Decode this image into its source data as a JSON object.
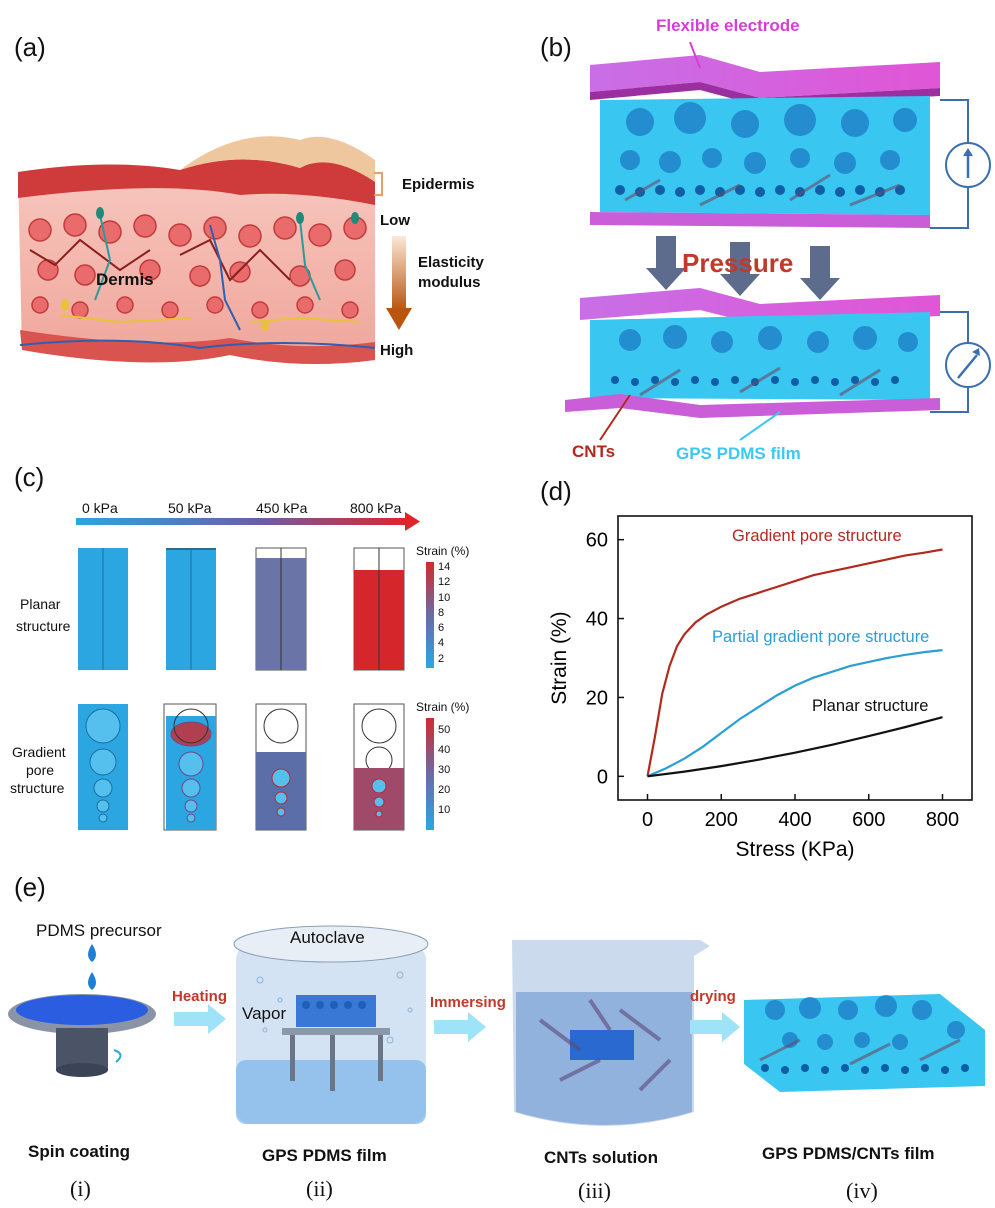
{
  "panels": {
    "a": {
      "label": "(a)",
      "epidermis": "Epidermis",
      "dermis": "Dermis",
      "low": "Low",
      "high": "High",
      "elasticity_line1": "Elasticity",
      "elasticity_line2": "modulus"
    },
    "b": {
      "label": "(b)",
      "flexible_electrode": "Flexible electrode",
      "pressure": "Pressure",
      "cnts": "CNTs",
      "gps_film": "GPS PDMS film"
    },
    "c": {
      "label": "(c)",
      "pressures": [
        "0 kPa",
        "50 kPa",
        "450 kPa",
        "800 kPa"
      ],
      "planar_line1": "Planar",
      "planar_line2": "structure",
      "gradient_line1": "Gradient",
      "gradient_line2": "pore",
      "gradient_line3": "structure",
      "scale1_title": "Strain (%)",
      "scale1_ticks": [
        "14",
        "12",
        "10",
        "8",
        "6",
        "4",
        "2"
      ],
      "scale2_title": "Strain (%)",
      "scale2_ticks": [
        "50",
        "40",
        "30",
        "20",
        "10"
      ]
    },
    "d": {
      "label": "(d)"
    },
    "e": {
      "label": "(e)",
      "pdms_precursor": "PDMS precursor",
      "heating": "Heating",
      "autoclave": "Autoclave",
      "vapor": "Vapor",
      "immersing": "Immersing",
      "drying": "drying",
      "steps": [
        {
          "title": "Spin coating",
          "roman": "(i)"
        },
        {
          "title": "GPS PDMS film",
          "roman": "(ii)"
        },
        {
          "title": "CNTs solution",
          "roman": "(iii)"
        },
        {
          "title": "GPS PDMS/CNTs film",
          "roman": "(iv)"
        }
      ]
    }
  },
  "colors": {
    "gradient": "#b22a1e",
    "partial": "#2a9fd6",
    "planar": "#111111",
    "magenta": "#d63fd6",
    "cyan": "#3cc8f0",
    "pressure_red": "#c0392b"
  },
  "chart_data": {
    "type": "line",
    "xlabel": "Stress (KPa)",
    "ylabel": "Strain (%)",
    "xlim": [
      -80,
      880
    ],
    "ylim": [
      -6,
      66
    ],
    "xticks": [
      0,
      200,
      400,
      600,
      800
    ],
    "yticks": [
      0,
      20,
      40,
      60
    ],
    "legend": "inline labels",
    "series": [
      {
        "name": "Gradient pore structure",
        "x": [
          0,
          20,
          40,
          60,
          80,
          100,
          130,
          160,
          200,
          250,
          300,
          350,
          400,
          450,
          500,
          550,
          600,
          650,
          700,
          750,
          800
        ],
        "y": [
          0,
          10,
          21,
          28,
          33,
          36,
          39,
          41,
          43,
          45,
          46.5,
          48,
          49.5,
          51,
          52,
          53,
          54,
          55,
          56,
          56.7,
          57.5
        ]
      },
      {
        "name": "Partial gradient pore structure",
        "x": [
          0,
          50,
          100,
          150,
          200,
          250,
          300,
          350,
          400,
          450,
          500,
          550,
          600,
          650,
          700,
          750,
          800
        ],
        "y": [
          0,
          2,
          4.5,
          7.5,
          11,
          14.5,
          17.5,
          20.5,
          23,
          25,
          26.5,
          28,
          29,
          30,
          30.8,
          31.5,
          32
        ]
      },
      {
        "name": "Planar structure",
        "x": [
          0,
          100,
          200,
          300,
          400,
          500,
          600,
          700,
          800
        ],
        "y": [
          0,
          1.2,
          2.6,
          4.2,
          6,
          8,
          10.2,
          12.5,
          15
        ]
      }
    ]
  }
}
